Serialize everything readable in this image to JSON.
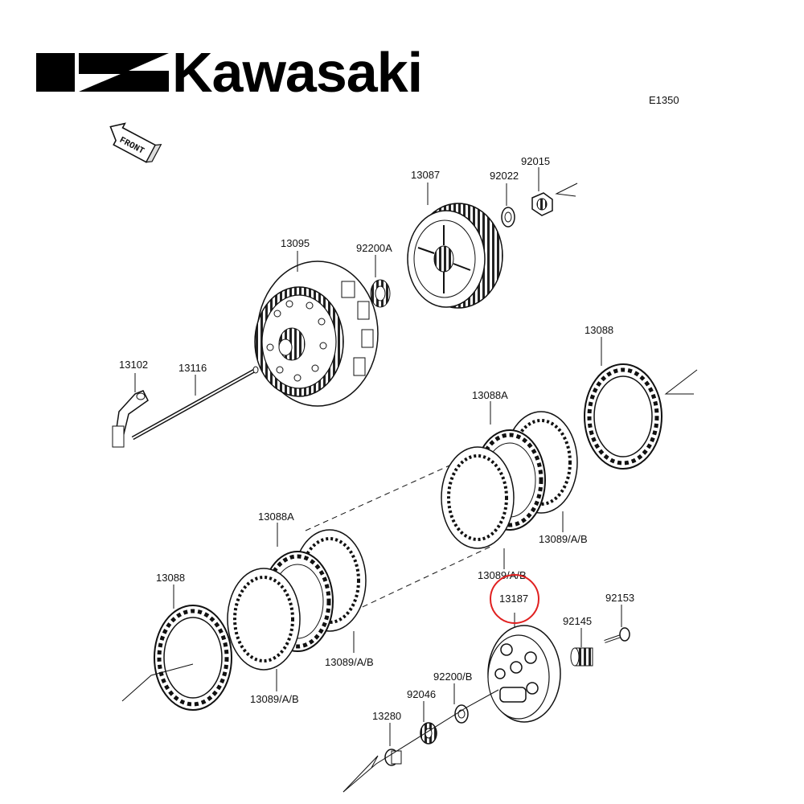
{
  "brand": {
    "name": "Kawasaki"
  },
  "diagram_code": "E1350",
  "front_marker": "FRONT",
  "callouts": {
    "p13087": "13087",
    "p92022": "92022",
    "p92015": "92015",
    "p13095": "13095",
    "p92200A": "92200A",
    "p13088_top": "13088",
    "p13102": "13102",
    "p13116": "13116",
    "p13088A_top": "13088A",
    "p13089_right": "13089/A/B",
    "p13088A_left": "13088A",
    "p13089_mid": "13089/A/B",
    "p13187": "13187",
    "p92153": "92153",
    "p13088_left": "13088",
    "p13089_left_lower": "13089/A/B",
    "p92145": "92145",
    "p92200B": "92200/B",
    "p92046": "92046",
    "p13280": "13280",
    "p13089_bottom": "13089/A/B"
  },
  "highlight_color": "#e02020"
}
